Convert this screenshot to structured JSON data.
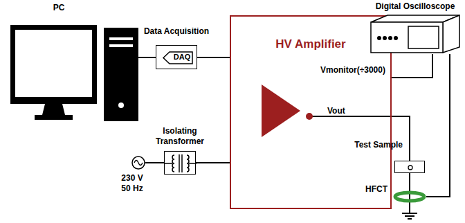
{
  "diagram": {
    "nodes": [
      {
        "text": [
          "PC"
        ]
      },
      {
        "text": [
          "Data Acquisition",
          "DAQ"
        ]
      },
      {
        "text": [
          "HV Amplifier"
        ]
      },
      {
        "text": [
          "Digital Oscilloscope"
        ]
      },
      {
        "text": [
          "Isolating Transformer"
        ]
      },
      {
        "text": [
          "230 V 50 Hz"
        ]
      },
      {
        "text": [
          "Test Sample"
        ]
      },
      {
        "text": [
          "HFCT"
        ]
      }
    ],
    "edges": [
      {
        "from": 0,
        "to": 1,
        "arrow": "none"
      },
      {
        "from": 1,
        "to": 2,
        "arrow": "none"
      },
      {
        "from": 2,
        "to": 3,
        "label": "Vmonitor(÷3000)",
        "arrow": "none"
      },
      {
        "from": 5,
        "to": 4,
        "arrow": "none"
      },
      {
        "from": 4,
        "to": 2,
        "arrow": "none"
      },
      {
        "from": 2,
        "to": 6,
        "label": "Vout",
        "arrow": "none"
      },
      {
        "from": 6,
        "to": 7,
        "arrow": "none"
      },
      {
        "from": 7,
        "to": 3,
        "arrow": "none"
      }
    ]
  }
}
